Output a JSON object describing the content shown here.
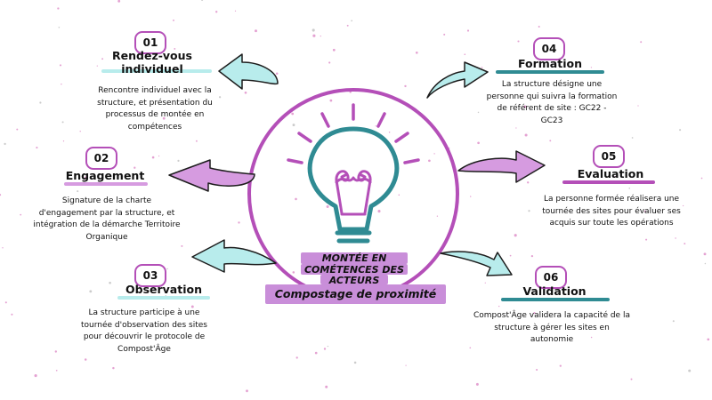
{
  "colors": {
    "purple": "#b44fb8",
    "teal": "#2f8b93",
    "mint": "#b8ecec",
    "lilac": "#d69be0",
    "pink_dot": "#e4a2d2"
  },
  "center": {
    "label_lines": [
      "MONTÉE EN",
      "COMÉTENCES DES",
      "ACTEURS"
    ],
    "subtitle": "Compostage de proximité",
    "icon": "lightbulb-icon"
  },
  "steps": [
    {
      "number": "01",
      "title": "Rendez-vous individuel",
      "description": "Rencontre individuel avec la structure, et présentation du processus de montée en compétences"
    },
    {
      "number": "02",
      "title": "Engagement",
      "description": "Signature de la charte d'engagement par la structure, et intégration de la démarche Territoire Organique"
    },
    {
      "number": "03",
      "title": "Observation",
      "description": "La structure participe à une tournée d'observation des sites pour découvrir le protocole de Compost'Âge"
    },
    {
      "number": "04",
      "title": "Formation",
      "description": "La structure désigne une personne qui suivra la formation de référent de site : GC22 - GC23"
    },
    {
      "number": "05",
      "title": "Evaluation",
      "description": "La personne formée réalisera une tournée des sites pour évaluer ses acquis sur toute les opérations"
    },
    {
      "number": "06",
      "title": "Validation",
      "description": "Compost'Âge validera la capacité de la structure à gérer les sites en autonomie"
    }
  ]
}
